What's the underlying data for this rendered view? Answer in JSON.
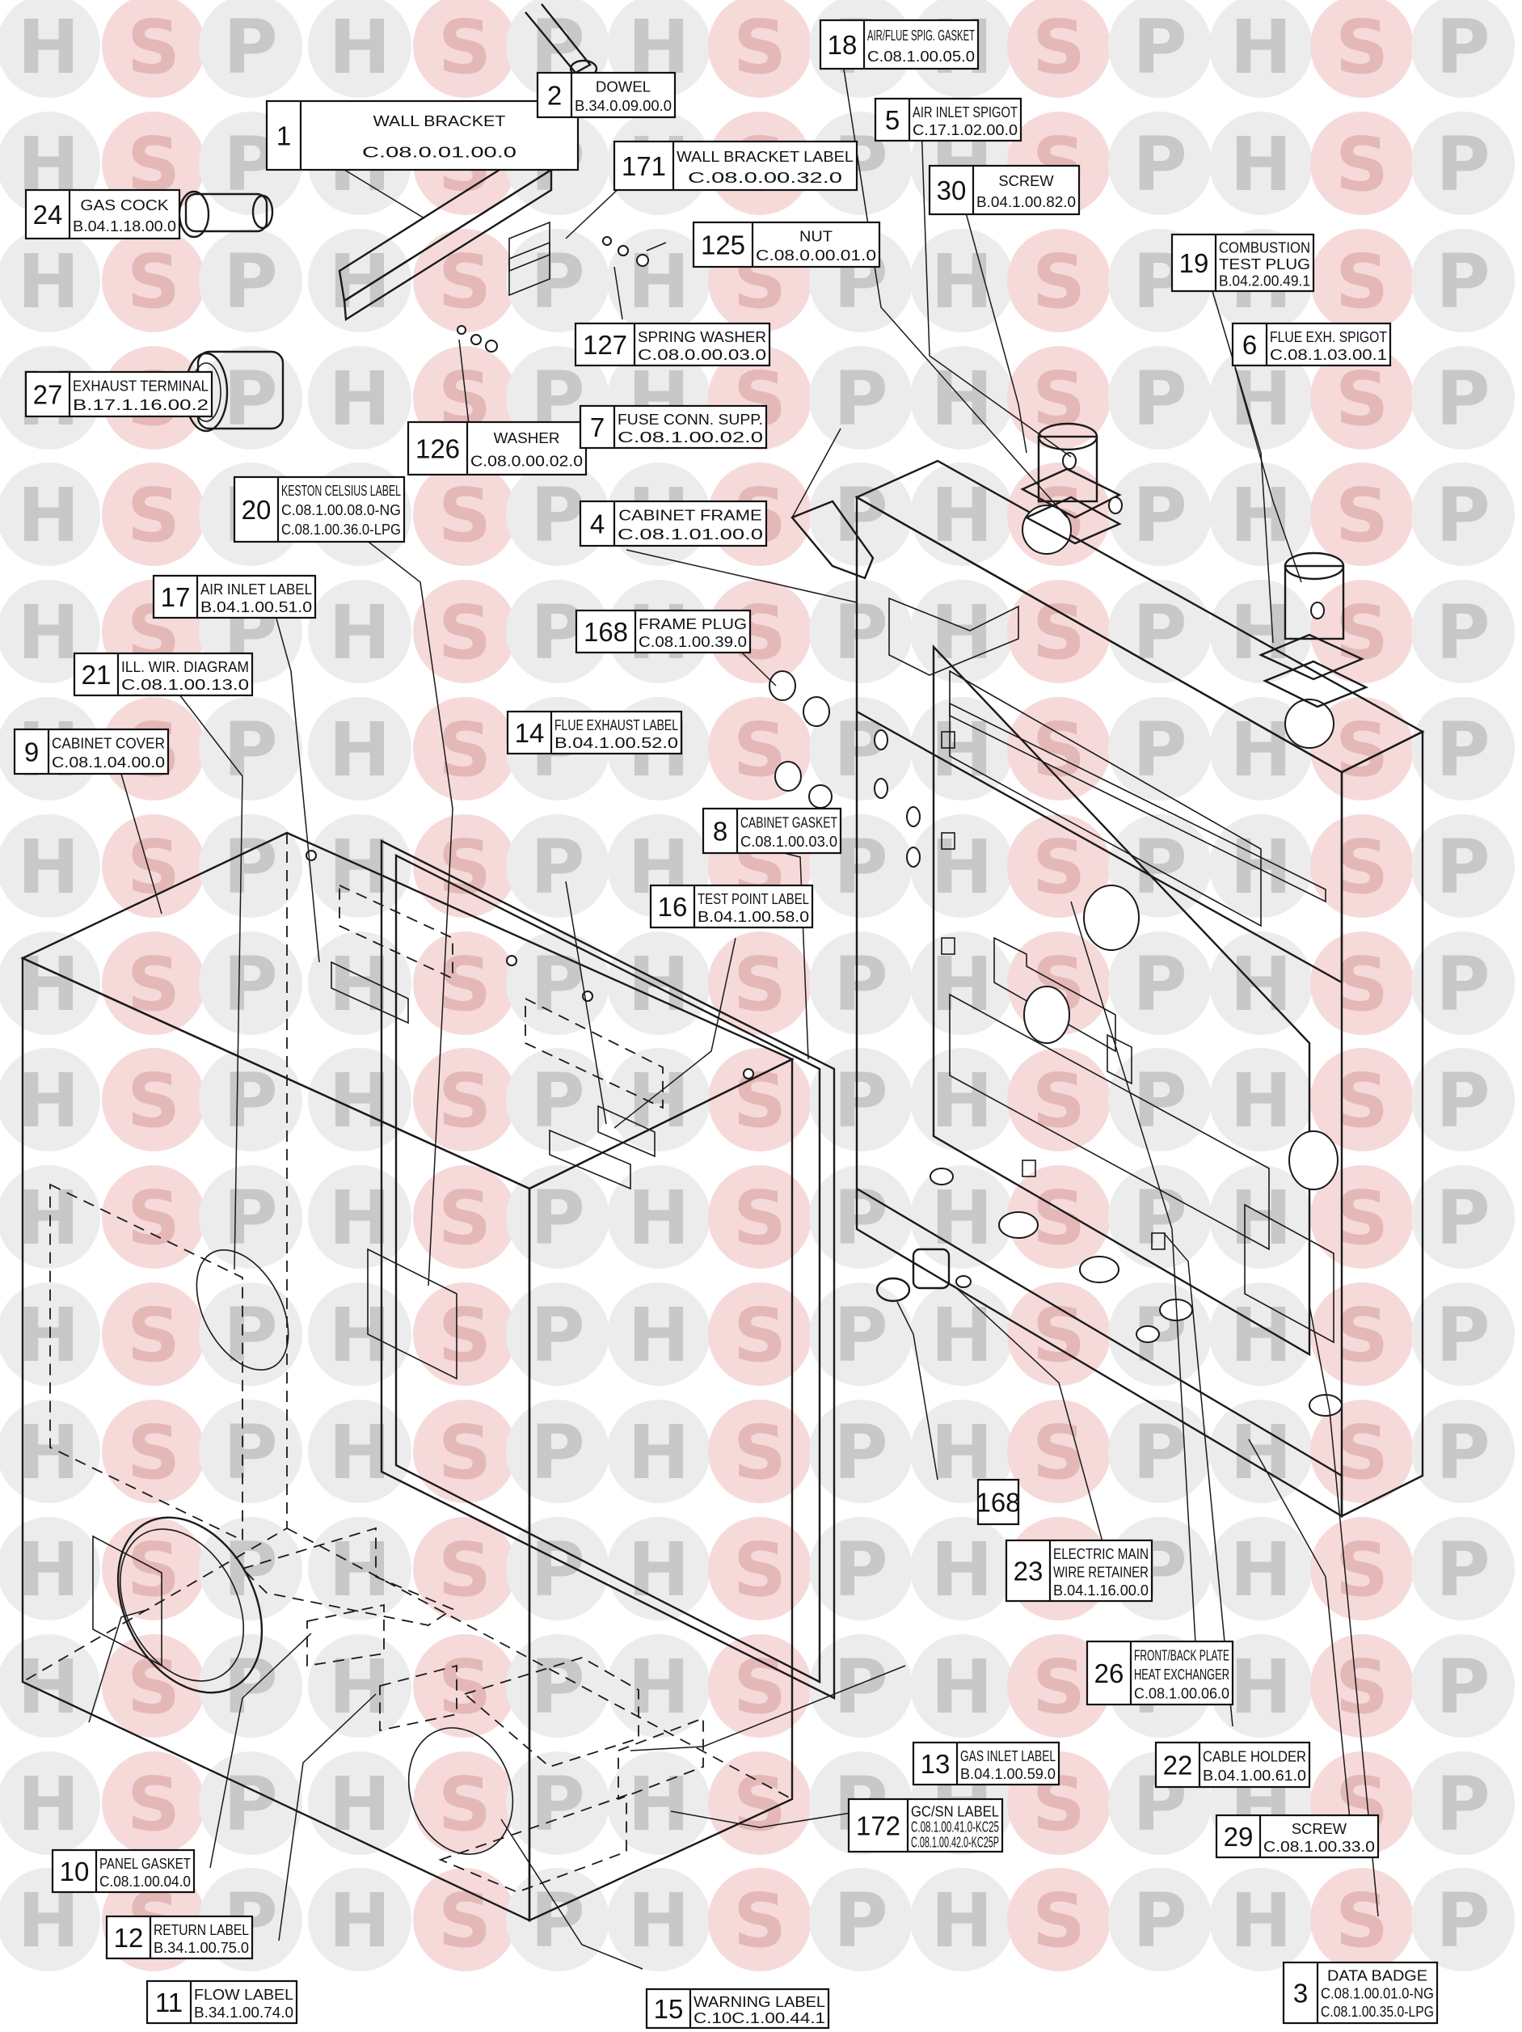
{
  "watermark": {
    "letters": [
      "H",
      "S",
      "P"
    ],
    "colors": {
      "circle": "#ececec",
      "s_circle": "#f6dada",
      "letter": "#c8c8c8",
      "s_letter": "#e5b8b8"
    }
  },
  "labels": [
    {
      "id": "lbl-1",
      "num": "1",
      "lines": [
        "WALL BRACKET",
        "C.08.0.01.00.0"
      ]
    },
    {
      "id": "lbl-2",
      "num": "2",
      "lines": [
        "DOWEL",
        "B.34.0.09.00.0"
      ]
    },
    {
      "id": "lbl-171",
      "num": "171",
      "lines": [
        "WALL BRACKET LABEL",
        "C.08.0.00.32.0"
      ]
    },
    {
      "id": "lbl-24",
      "num": "24",
      "lines": [
        "GAS COCK",
        "B.04.1.18.00.0"
      ]
    },
    {
      "id": "lbl-125",
      "num": "125",
      "lines": [
        "NUT",
        "C.08.0.00.01.0"
      ]
    },
    {
      "id": "lbl-127",
      "num": "127",
      "lines": [
        "SPRING WASHER",
        "C.08.0.00.03.0"
      ]
    },
    {
      "id": "lbl-27",
      "num": "27",
      "lines": [
        "EXHAUST TERMINAL",
        "B.17.1.16.00.2"
      ]
    },
    {
      "id": "lbl-126",
      "num": "126",
      "lines": [
        "WASHER",
        "C.08.0.00.02.0"
      ]
    },
    {
      "id": "lbl-7",
      "num": "7",
      "lines": [
        "FUSE CONN. SUPP.",
        "C.08.1.00.02.0"
      ]
    },
    {
      "id": "lbl-20",
      "num": "20",
      "lines": [
        "KESTON CELSIUS LABEL",
        "C.08.1.00.08.0-NG",
        "C.08.1.00.36.0-LPG"
      ]
    },
    {
      "id": "lbl-4",
      "num": "4",
      "lines": [
        "CABINET FRAME",
        "C.08.1.01.00.0"
      ]
    },
    {
      "id": "lbl-17",
      "num": "17",
      "lines": [
        "AIR INLET LABEL",
        "B.04.1.00.51.0"
      ]
    },
    {
      "id": "lbl-168a",
      "num": "168",
      "lines": [
        "FRAME PLUG",
        "C.08.1.00.39.0"
      ]
    },
    {
      "id": "lbl-21",
      "num": "21",
      "lines": [
        "ILL. WIR. DIAGRAM",
        "C.08.1.00.13.0"
      ]
    },
    {
      "id": "lbl-9",
      "num": "9",
      "lines": [
        "CABINET COVER",
        "C.08.1.04.00.0"
      ]
    },
    {
      "id": "lbl-14",
      "num": "14",
      "lines": [
        "FLUE EXHAUST LABEL",
        "B.04.1.00.52.0"
      ]
    },
    {
      "id": "lbl-8",
      "num": "8",
      "lines": [
        "CABINET GASKET",
        "C.08.1.00.03.0"
      ]
    },
    {
      "id": "lbl-16",
      "num": "16",
      "lines": [
        "TEST POINT LABEL",
        "B.04.1.00.58.0"
      ]
    },
    {
      "id": "lbl-18",
      "num": "18",
      "lines": [
        "AIR/FLUE SPIG. GASKET",
        "C.08.1.00.05.0"
      ]
    },
    {
      "id": "lbl-5",
      "num": "5",
      "lines": [
        "AIR INLET SPIGOT",
        "C.17.1.02.00.0"
      ]
    },
    {
      "id": "lbl-30",
      "num": "30",
      "lines": [
        "SCREW",
        "B.04.1.00.82.0"
      ]
    },
    {
      "id": "lbl-19",
      "num": "19",
      "lines": [
        "COMBUSTION",
        "TEST PLUG",
        "B.04.2.00.49.1"
      ]
    },
    {
      "id": "lbl-6",
      "num": "6",
      "lines": [
        "FLUE EXH. SPIGOT",
        "C.08.1.03.00.1"
      ]
    },
    {
      "id": "lbl-168b",
      "num": "168",
      "lines": []
    },
    {
      "id": "lbl-23",
      "num": "23",
      "lines": [
        "ELECTRIC MAIN",
        "WIRE RETAINER",
        "B.04.1.16.00.0"
      ]
    },
    {
      "id": "lbl-26",
      "num": "26",
      "lines": [
        "FRONT/BACK PLATE",
        "HEAT EXCHANGER",
        "C.08.1.00.06.0"
      ]
    },
    {
      "id": "lbl-22",
      "num": "22",
      "lines": [
        "CABLE HOLDER",
        "B.04.1.00.61.0"
      ]
    },
    {
      "id": "lbl-29",
      "num": "29",
      "lines": [
        "SCREW",
        "C.08.1.00.33.0"
      ]
    },
    {
      "id": "lbl-13",
      "num": "13",
      "lines": [
        "GAS INLET LABEL",
        "B.04.1.00.59.0"
      ]
    },
    {
      "id": "lbl-172",
      "num": "172",
      "lines": [
        "GC/SN LABEL",
        "C.08.1.00.41.0-KC25",
        "C.08.1.00.42.0-KC25P"
      ]
    },
    {
      "id": "lbl-10",
      "num": "10",
      "lines": [
        "PANEL GASKET",
        "C.08.1.00.04.0"
      ]
    },
    {
      "id": "lbl-12",
      "num": "12",
      "lines": [
        "RETURN LABEL",
        "B.34.1.00.75.0"
      ]
    },
    {
      "id": "lbl-11",
      "num": "11",
      "lines": [
        "FLOW LABEL",
        "B.34.1.00.74.0"
      ]
    },
    {
      "id": "lbl-15",
      "num": "15",
      "lines": [
        "WARNING LABEL",
        "C.10C.1.00.44.1"
      ]
    },
    {
      "id": "lbl-3",
      "num": "3",
      "lines": [
        "DATA BADGE",
        "C.08.1.00.01.0-NG",
        "C.08.1.00.35.0-LPG"
      ]
    }
  ]
}
